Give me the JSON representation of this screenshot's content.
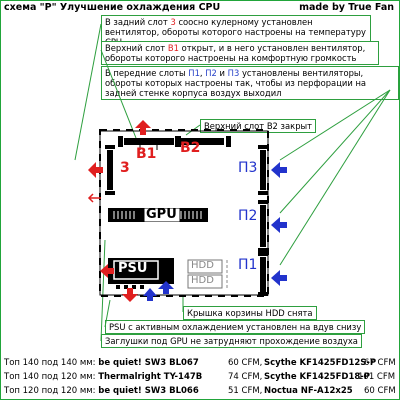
{
  "header": {
    "title": "схема \"Р\" Улучшение охлаждения CPU",
    "made_by": "made by True Fan"
  },
  "notes": {
    "rear": {
      "prefix": "В задний слот ",
      "slot": "3",
      "suffix": " соосно кулерному установлен вентилятор, обороты которого настроены на температуру CPU"
    },
    "top": {
      "prefix": "Верхний слот ",
      "slot": "В1",
      "suffix": " открыт, и в него установлен вентилятор, обороты которого настроены на комфортную громкость"
    },
    "front": {
      "p1": "В передние слоты ",
      "s1": "П1",
      "p2": ", ",
      "s2": "П2",
      "p3": " и ",
      "s3": "П3",
      "suffix": " установлены вентиляторы, обороты которых настроены так, чтобы из перфорации на задней стенке корпуса воздух выходил"
    },
    "top_closed": "Верхний слот В2 закрыт",
    "hdd": "Крышка корзины HDD снята",
    "psu": "PSU с активным охлаждением установлен на вдув снизу",
    "gpu": "Заглушки под GPU не затрудняют прохождение воздуха"
  },
  "diagram": {
    "b1": "B1",
    "b2": "B2",
    "rear3": "3",
    "p1": "П1",
    "p2": "П2",
    "p3": "П3",
    "gpu": "GPU",
    "psu": "PSU",
    "hdd1": "HDD",
    "hdd2": "HDD"
  },
  "table": [
    {
      "left": "Топ 140 под 140 мм: ",
      "model": "be quiet! SW3 BL067",
      "cfm": "60 CFM,",
      "right_model": "Scythe KF1425FD12S-P",
      "right_cfm": "67 CFM"
    },
    {
      "left": "Топ 140 под 120 мм: ",
      "model": "Thermalright TY-147B",
      "cfm": "74 CFM,",
      "right_model": "Scythe KF1425FD18-P",
      "right_cfm": "101 CFM"
    },
    {
      "left": "Топ 120 под 120 мм: ",
      "model": "be quiet! SW3 BL066",
      "cfm": "51 CFM,",
      "right_model": "Noctua NF-A12x25",
      "right_cfm": "60 CFM"
    }
  ],
  "colors": {
    "accent_red": "#e01f1f",
    "accent_blue": "#2233cc",
    "frame_green": "#21a53a"
  }
}
